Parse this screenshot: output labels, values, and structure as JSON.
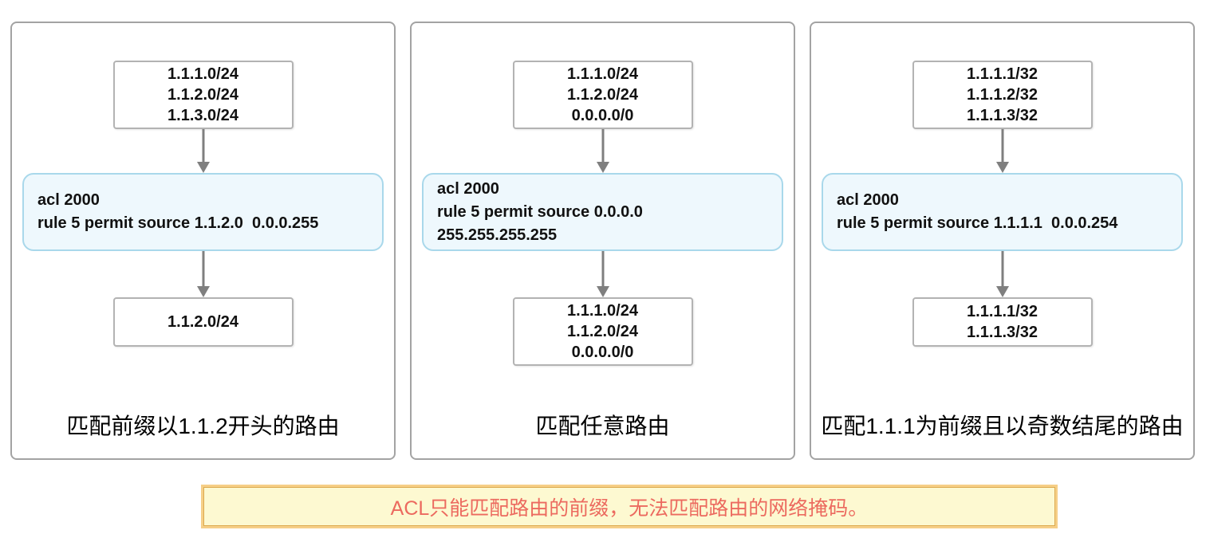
{
  "colors": {
    "panel_border": "#a3a3a3",
    "route_box_border": "#b3b3b3",
    "acl_box_border": "#a9d8eb",
    "acl_box_bg": "#eef8fd",
    "arrow": "#7f7f7f",
    "note_bg": "#fdf9d1",
    "note_border": "#f6cf87",
    "note_text": "#ec6a5f"
  },
  "panels": [
    {
      "input_routes": [
        "1.1.1.0/24",
        "1.1.2.0/24",
        "1.1.3.0/24"
      ],
      "acl_lines": [
        "acl 2000",
        "rule 5 permit source 1.1.2.0  0.0.0.255"
      ],
      "output_routes": [
        "1.1.2.0/24"
      ],
      "caption": "匹配前缀以1.1.2开头的路由"
    },
    {
      "input_routes": [
        "1.1.1.0/24",
        "1.1.2.0/24",
        "0.0.0.0/0"
      ],
      "acl_lines": [
        "acl 2000",
        "rule 5 permit source 0.0.0.0",
        "255.255.255.255"
      ],
      "output_routes": [
        "1.1.1.0/24",
        "1.1.2.0/24",
        "0.0.0.0/0"
      ],
      "caption": "匹配任意路由"
    },
    {
      "input_routes": [
        "1.1.1.1/32",
        "1.1.1.2/32",
        "1.1.1.3/32"
      ],
      "acl_lines": [
        "acl 2000",
        "rule 5 permit source 1.1.1.1  0.0.0.254"
      ],
      "output_routes": [
        "1.1.1.1/32",
        "1.1.1.3/32"
      ],
      "caption": "匹配1.1.1为前缀且以奇数结尾的路由"
    }
  ],
  "note": {
    "text": "ACL只能匹配路由的前缀，无法匹配路由的网络掩码。"
  }
}
